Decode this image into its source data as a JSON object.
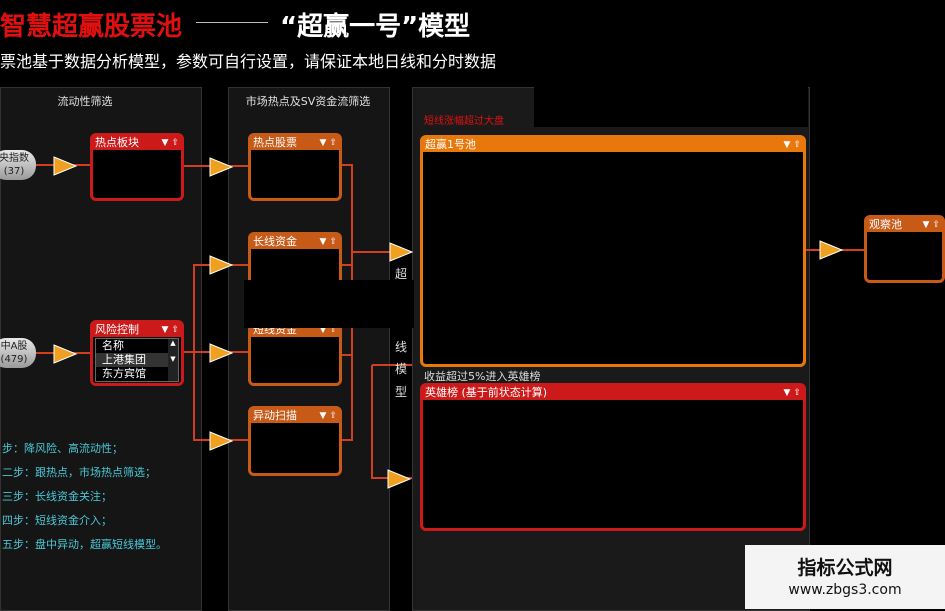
{
  "header": {
    "title_red": "智慧超赢股票池",
    "title_white": "“超赢一号”模型",
    "subtitle": "票池基于数据分析模型，参数可自行设置，请保证本地日线和分时数据"
  },
  "columns": {
    "col1": "流动性筛选",
    "col2": "市场热点及SV资金流筛选"
  },
  "sources": [
    {
      "label": "央指数",
      "count": "(37)"
    },
    {
      "label": "中A股",
      "count": "(479)"
    }
  ],
  "nodes": {
    "hot_sector": "热点板块",
    "risk_control": "风险控制",
    "hot_stocks": "热点股票",
    "long_funds": "长线资金",
    "short_funds": "短线资金",
    "anomaly_scan": "异动扫描",
    "pool1": "超赢1号池",
    "watch_pool": "观察池",
    "hero_list": "英雄榜 (基于前状态计算)"
  },
  "risk_list": {
    "header": "名称",
    "items": [
      "上港集团",
      "东方宾馆"
    ]
  },
  "labels": {
    "pool_note": "短线涨幅超过大盘",
    "hero_note": "收益超过5%进入英雄榜",
    "model_vertical": [
      "超",
      "线",
      "模",
      "型"
    ]
  },
  "steps": [
    "步：降风险、高流动性；",
    "二步：跟热点，市场热点筛选；",
    "三步：长线资金关注；",
    "四步：短线资金介入；",
    "五步：盘中异动，超赢短线模型。"
  ],
  "watermark": {
    "name": "指标公式网",
    "url": "www.zbgs3.com"
  },
  "colors": {
    "red": "#cc1a1a",
    "orange": "#c85a18",
    "bright_orange": "#e8780c",
    "arrow_yellow": "#f0a020",
    "step_text": "#4ac8d8"
  }
}
